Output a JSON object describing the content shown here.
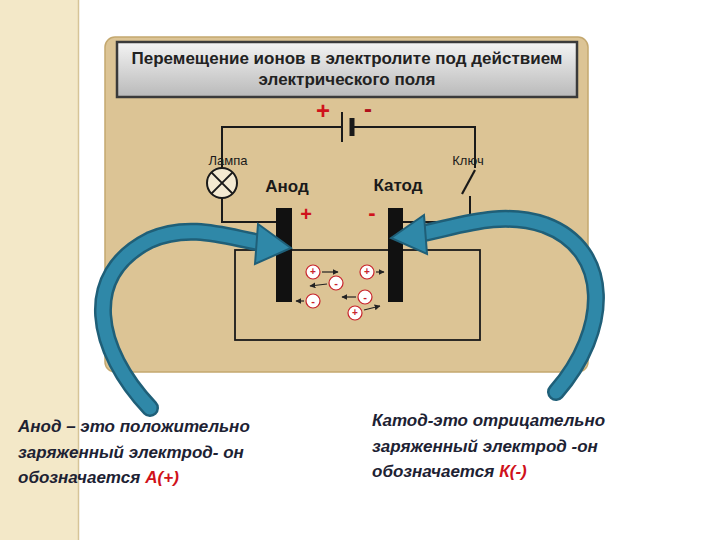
{
  "diagram": {
    "title": "Перемещение ионов в электролите под действием электрического поля",
    "labels": [
      "+",
      "-",
      "Лампа",
      "Ключ",
      "Анод",
      "Катод",
      "+",
      "-",
      "+",
      "-",
      "+",
      "-",
      "-",
      "+",
      "Анод – это положительно заряженный электрод- он обозначается",
      "А(+)",
      "Катод-это отрицательно заряженный электрод -он обозначается",
      "К(-)"
    ]
  }
}
